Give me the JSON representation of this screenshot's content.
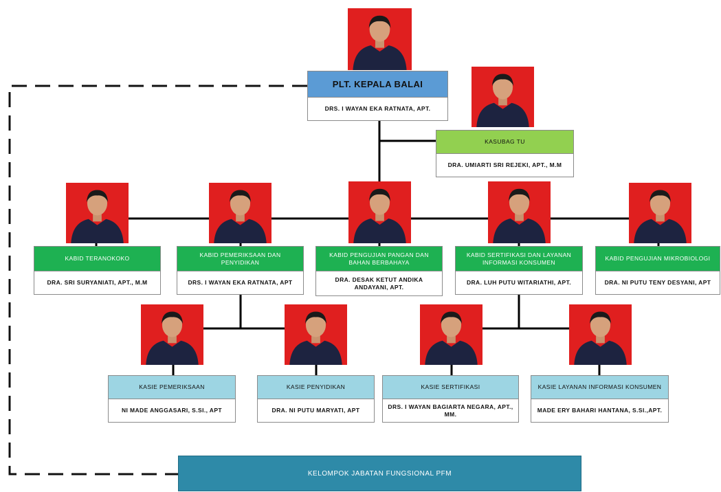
{
  "nodes": {
    "head": {
      "title": "PLT. KEPALA BALAI",
      "name": "DRS. I WAYAN EKA RATNATA, APT."
    },
    "tu": {
      "title": "KASUBAG TU",
      "name": "DRA. UMIARTI SRI REJEKI, APT., M.M"
    },
    "b1": {
      "title": "KABID TERANOKOKO",
      "name": "DRA. SRI SURYANIATI, APT., M.M"
    },
    "b2": {
      "title": "KABID PEMERIKSAAN DAN PENYIDIKAN",
      "name": "DRS. I WAYAN EKA RATNATA, APT"
    },
    "b3": {
      "title": "KABID PENGUJIAN PANGAN DAN BAHAN BERBAHAYA",
      "name": "DRA. DESAK KETUT ANDIKA ANDAYANI, APT."
    },
    "b4": {
      "title": "KABID SERTIFIKASI DAN LAYANAN INFORMASI KONSUMEN",
      "name": "DRA. LUH PUTU WITARIATHI, APT."
    },
    "b5": {
      "title": "KABID PENGUJIAN MIKROBIOLOGI",
      "name": "DRA. NI PUTU TENY DESYANI, APT"
    },
    "s1": {
      "title": "KASIE PEMERIKSAAN",
      "name": "NI MADE ANGGASARI, S.SI., APT"
    },
    "s2": {
      "title": "KASIE PENYIDIKAN",
      "name": "DRA. NI PUTU MARYATI, APT"
    },
    "s3": {
      "title": "KASIE SERTIFIKASI",
      "name": "DRS. I WAYAN BAGIARTA NEGARA, APT., MM."
    },
    "s4": {
      "title": "KASIE LAYANAN INFORMASI KONSUMEN",
      "name": "MADE ERY BAHARI HANTANA, S.SI.,APT."
    }
  },
  "functional_group": "KELOMPOK JABATAN FUNGSIONAL PFM",
  "colors": {
    "head_header": "#5b9bd5",
    "tu_header": "#92d050",
    "kabid_header": "#1eb152",
    "kasie_header": "#9dd5e3",
    "functional_bar": "#2e8aa8",
    "photo_background": "#e01f1f"
  }
}
